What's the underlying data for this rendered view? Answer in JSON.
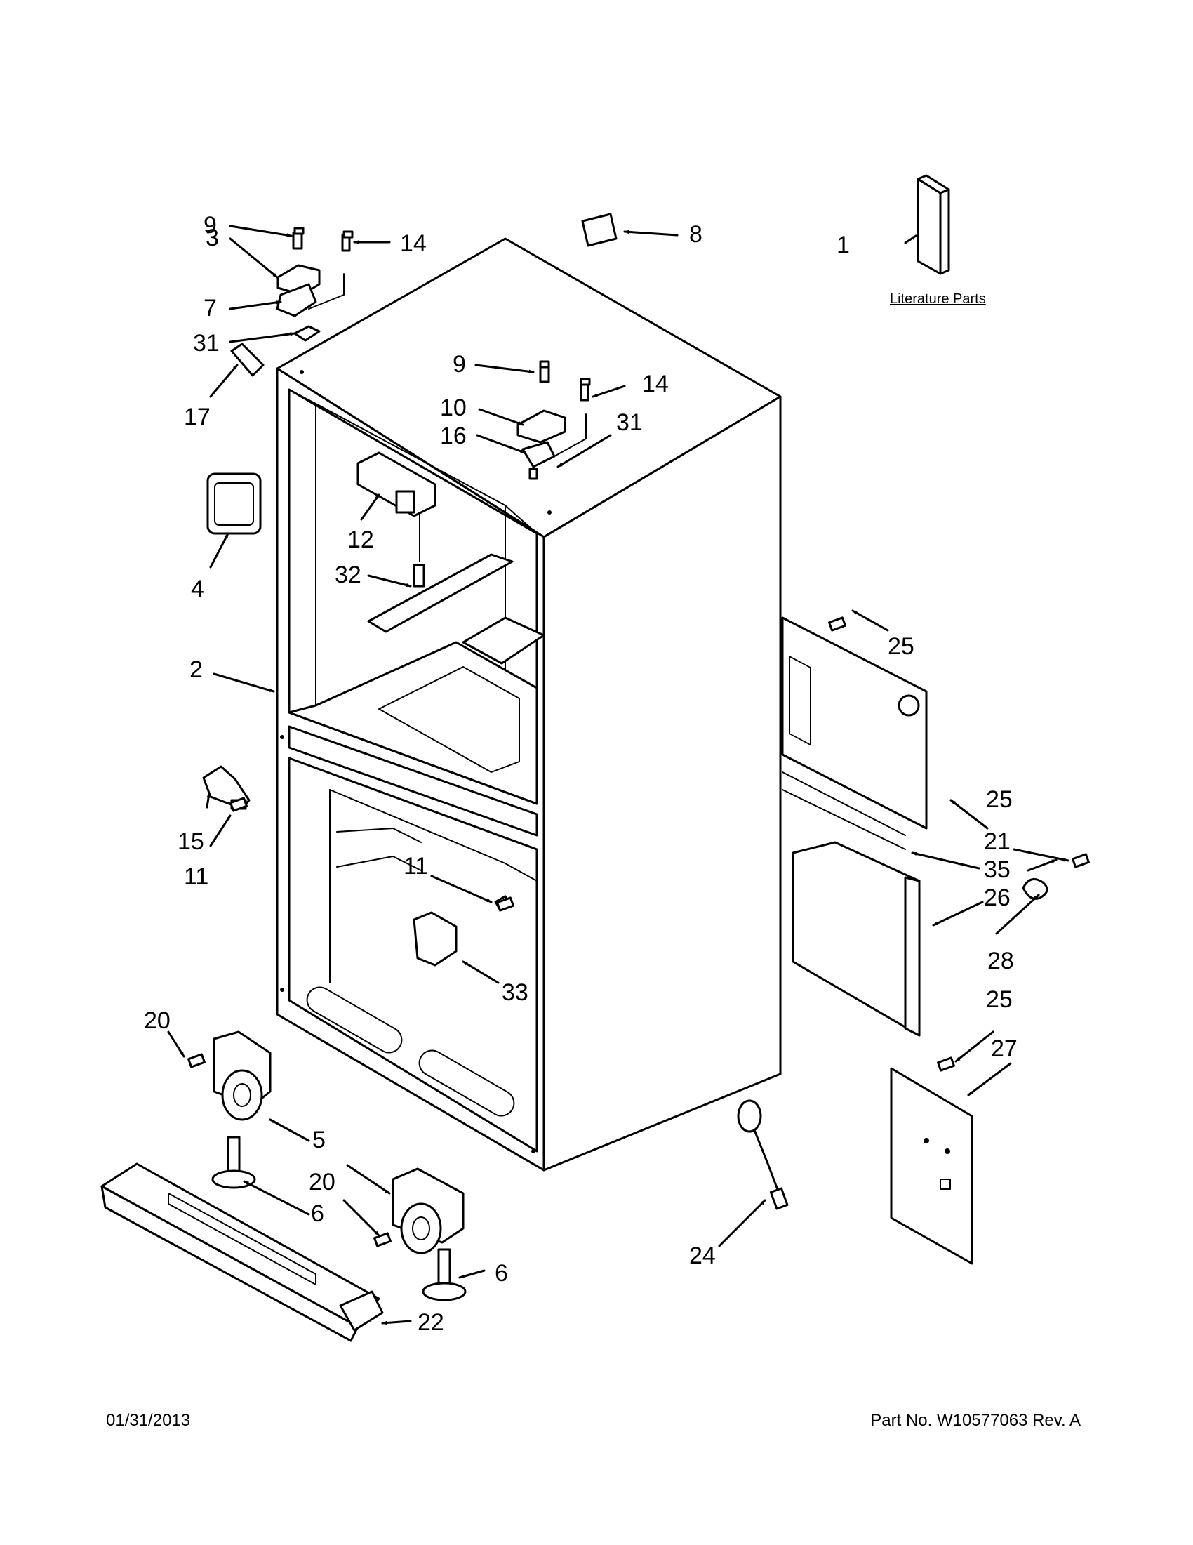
{
  "diagram": {
    "callouts": [
      {
        "id": "c1",
        "label": "1"
      },
      {
        "id": "c2",
        "label": "2"
      },
      {
        "id": "c3",
        "label": "3"
      },
      {
        "id": "c4",
        "label": "4"
      },
      {
        "id": "c5",
        "label": "5"
      },
      {
        "id": "c6a",
        "label": "6"
      },
      {
        "id": "c6b",
        "label": "6"
      },
      {
        "id": "c7",
        "label": "7"
      },
      {
        "id": "c8",
        "label": "8"
      },
      {
        "id": "c9a",
        "label": "9"
      },
      {
        "id": "c9b",
        "label": "9"
      },
      {
        "id": "c10",
        "label": "10"
      },
      {
        "id": "c11a",
        "label": "11"
      },
      {
        "id": "c11b",
        "label": "11"
      },
      {
        "id": "c12",
        "label": "12"
      },
      {
        "id": "c14a",
        "label": "14"
      },
      {
        "id": "c14b",
        "label": "14"
      },
      {
        "id": "c15",
        "label": "15"
      },
      {
        "id": "c16",
        "label": "16"
      },
      {
        "id": "c17",
        "label": "17"
      },
      {
        "id": "c20a",
        "label": "20"
      },
      {
        "id": "c20b",
        "label": "20"
      },
      {
        "id": "c21",
        "label": "21"
      },
      {
        "id": "c22",
        "label": "22"
      },
      {
        "id": "c24",
        "label": "24"
      },
      {
        "id": "c25a",
        "label": "25"
      },
      {
        "id": "c25b",
        "label": "25"
      },
      {
        "id": "c25c",
        "label": "25"
      },
      {
        "id": "c26",
        "label": "26"
      },
      {
        "id": "c27",
        "label": "27"
      },
      {
        "id": "c28",
        "label": "28"
      },
      {
        "id": "c31a",
        "label": "31"
      },
      {
        "id": "c31b",
        "label": "31"
      },
      {
        "id": "c32",
        "label": "32"
      },
      {
        "id": "c33",
        "label": "33"
      },
      {
        "id": "c35",
        "label": "35"
      }
    ],
    "literature_label": "Literature Parts"
  },
  "footer": {
    "date": "01/31/2013",
    "part_number": "Part No.  W10577063  Rev.  A"
  }
}
